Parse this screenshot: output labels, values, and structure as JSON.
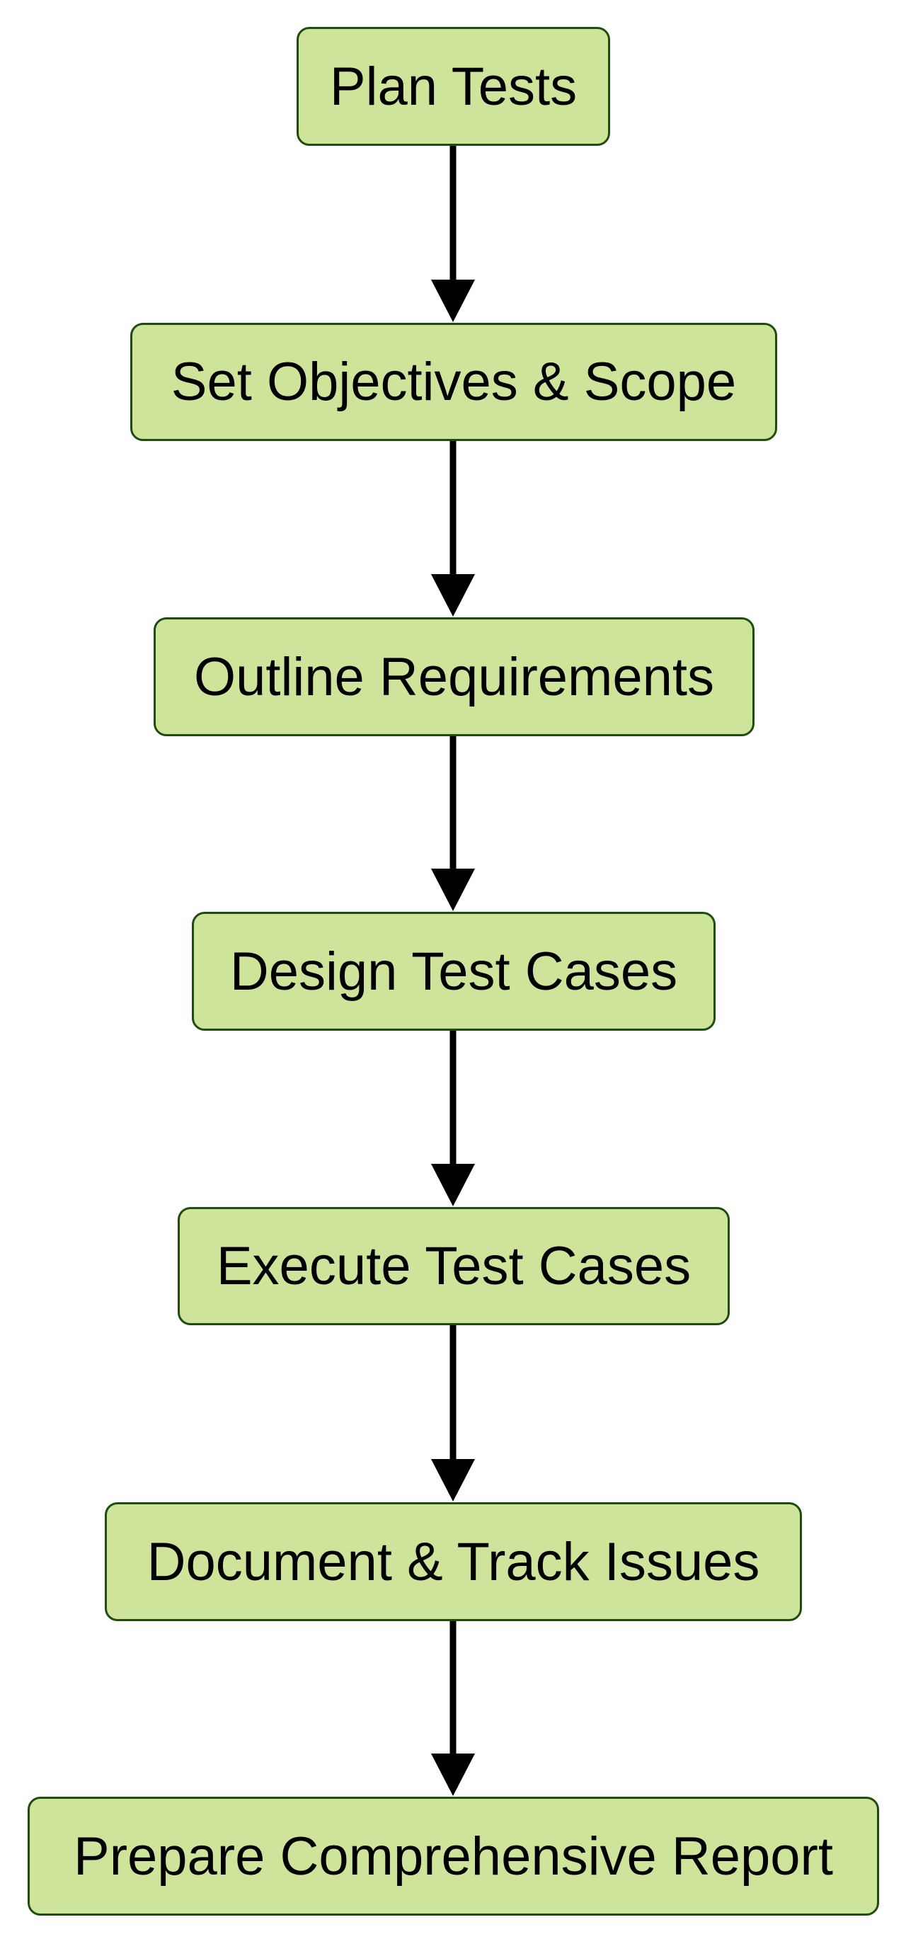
{
  "diagram": {
    "type": "flowchart",
    "direction": "top-to-bottom",
    "node_fill": "#cde49a",
    "node_border": "#1f4d0f",
    "edge_color": "#000000",
    "nodes": [
      {
        "id": "n1",
        "label": "Plan Tests"
      },
      {
        "id": "n2",
        "label": "Set Objectives & Scope"
      },
      {
        "id": "n3",
        "label": "Outline Requirements"
      },
      {
        "id": "n4",
        "label": "Design Test Cases"
      },
      {
        "id": "n5",
        "label": "Execute Test Cases"
      },
      {
        "id": "n6",
        "label": "Document & Track Issues"
      },
      {
        "id": "n7",
        "label": "Prepare Comprehensive Report"
      }
    ],
    "edges": [
      {
        "from": "n1",
        "to": "n2"
      },
      {
        "from": "n2",
        "to": "n3"
      },
      {
        "from": "n3",
        "to": "n4"
      },
      {
        "from": "n4",
        "to": "n5"
      },
      {
        "from": "n5",
        "to": "n6"
      },
      {
        "from": "n6",
        "to": "n7"
      }
    ]
  }
}
